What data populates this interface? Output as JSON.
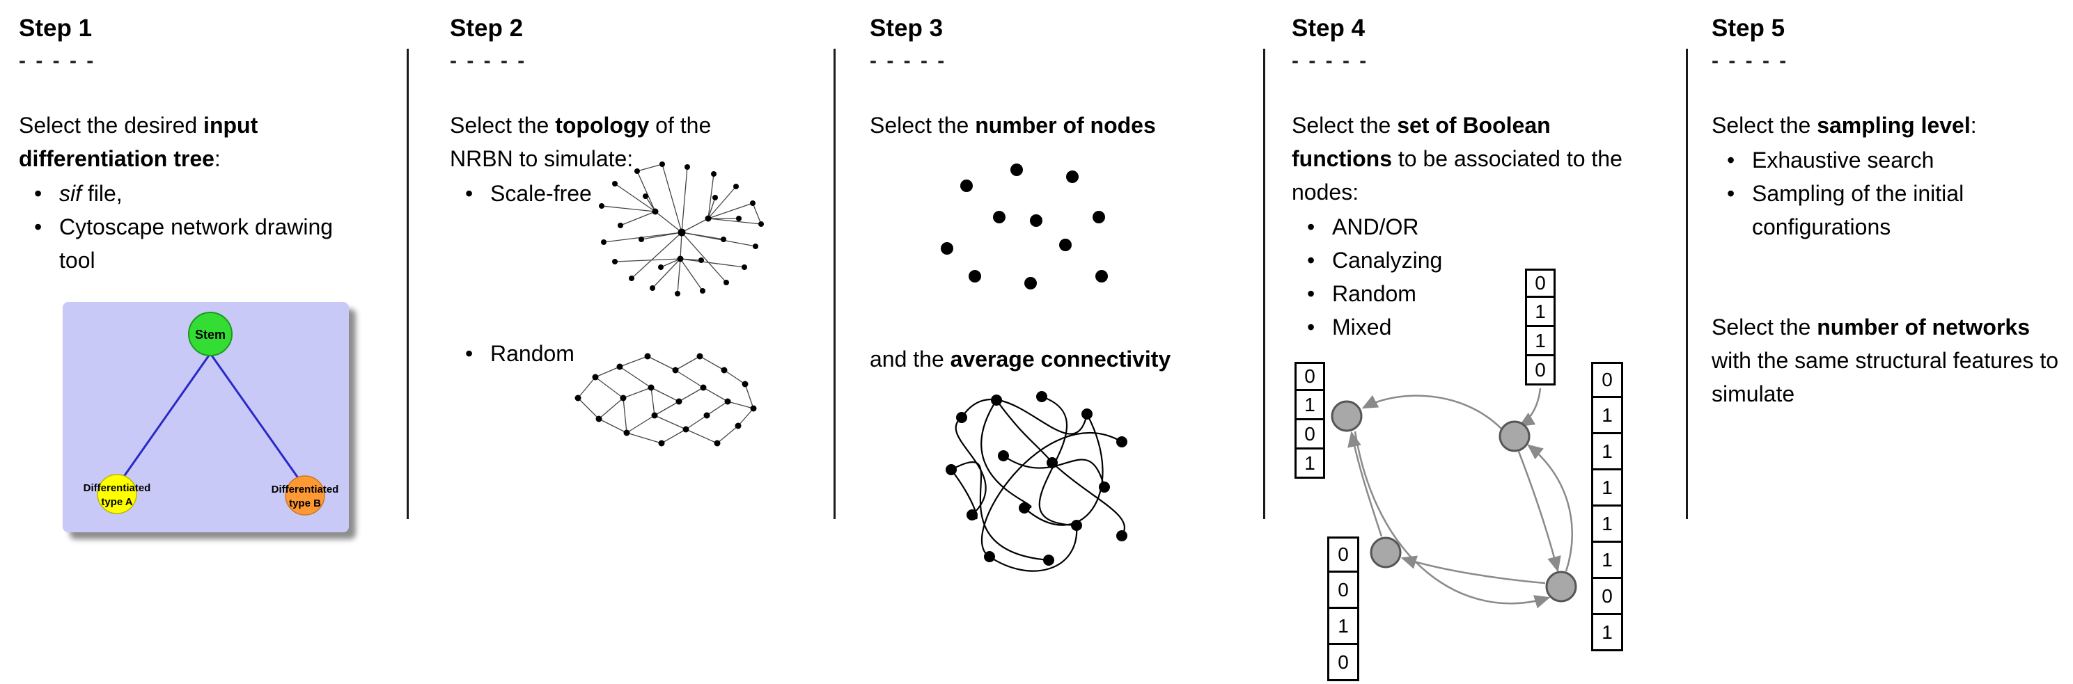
{
  "step1": {
    "title": "Step 1",
    "dashes": "- - - - -",
    "intro_pre": "Select the desired ",
    "intro_bold": "input differentiation tree",
    "intro_post": ":",
    "bullet1_italic": "sif",
    "bullet1_rest": " file,",
    "bullet2": "Cytoscape network drawing tool",
    "tree": {
      "stem": "Stem",
      "node_a_line1": "Differentiated",
      "node_a_line2": "type A",
      "node_b_line1": "Differentiated",
      "node_b_line2": "type B"
    },
    "colors": {
      "box": "#c9c9f8",
      "stem": "#33dd33",
      "stem_border": "#1a9a1a",
      "node_a": "#ffff00",
      "node_b": "#ff9933",
      "edge": "#2828c8"
    }
  },
  "step2": {
    "title": "Step 2",
    "dashes": "- - - - -",
    "intro_pre": "Select the ",
    "intro_bold": "topology",
    "intro_post": " of the NRBN to simulate:",
    "bullet1": "Scale-free",
    "bullet2": "Random"
  },
  "step3": {
    "title": "Step 3",
    "dashes": "- - - - -",
    "line1_pre": "Select the ",
    "line1_bold": "number of nodes",
    "line2_pre": "and the ",
    "line2_bold": "average connectivity"
  },
  "step4": {
    "title": "Step 4",
    "dashes": "- - - - -",
    "intro_pre": "Select the ",
    "intro_bold": "set of Boolean functions",
    "intro_post": " to be associated to the nodes:",
    "bullets": [
      "AND/OR",
      "Canalyzing",
      "Random",
      "Mixed"
    ],
    "colors": {
      "node": "#a8a8a8",
      "arrow": "#8a8a8a"
    },
    "tables": {
      "top": [
        "0",
        "1",
        "1",
        "0"
      ],
      "left": [
        "0",
        "1",
        "0",
        "1"
      ],
      "bottom": [
        "0",
        "0",
        "1",
        "0"
      ],
      "right": [
        "0",
        "1",
        "1",
        "1",
        "1",
        "1",
        "0",
        "1"
      ]
    }
  },
  "step5": {
    "title": "Step 5",
    "dashes": "- - - - -",
    "intro_pre": "Select the ",
    "intro_bold": "sampling level",
    "intro_post": ":",
    "bullet1": "Exhaustive search",
    "bullet2": "Sampling of the initial configurations",
    "second_pre": "Select the ",
    "second_bold": "number of networks",
    "second_post": " with the same structural features to simulate"
  }
}
